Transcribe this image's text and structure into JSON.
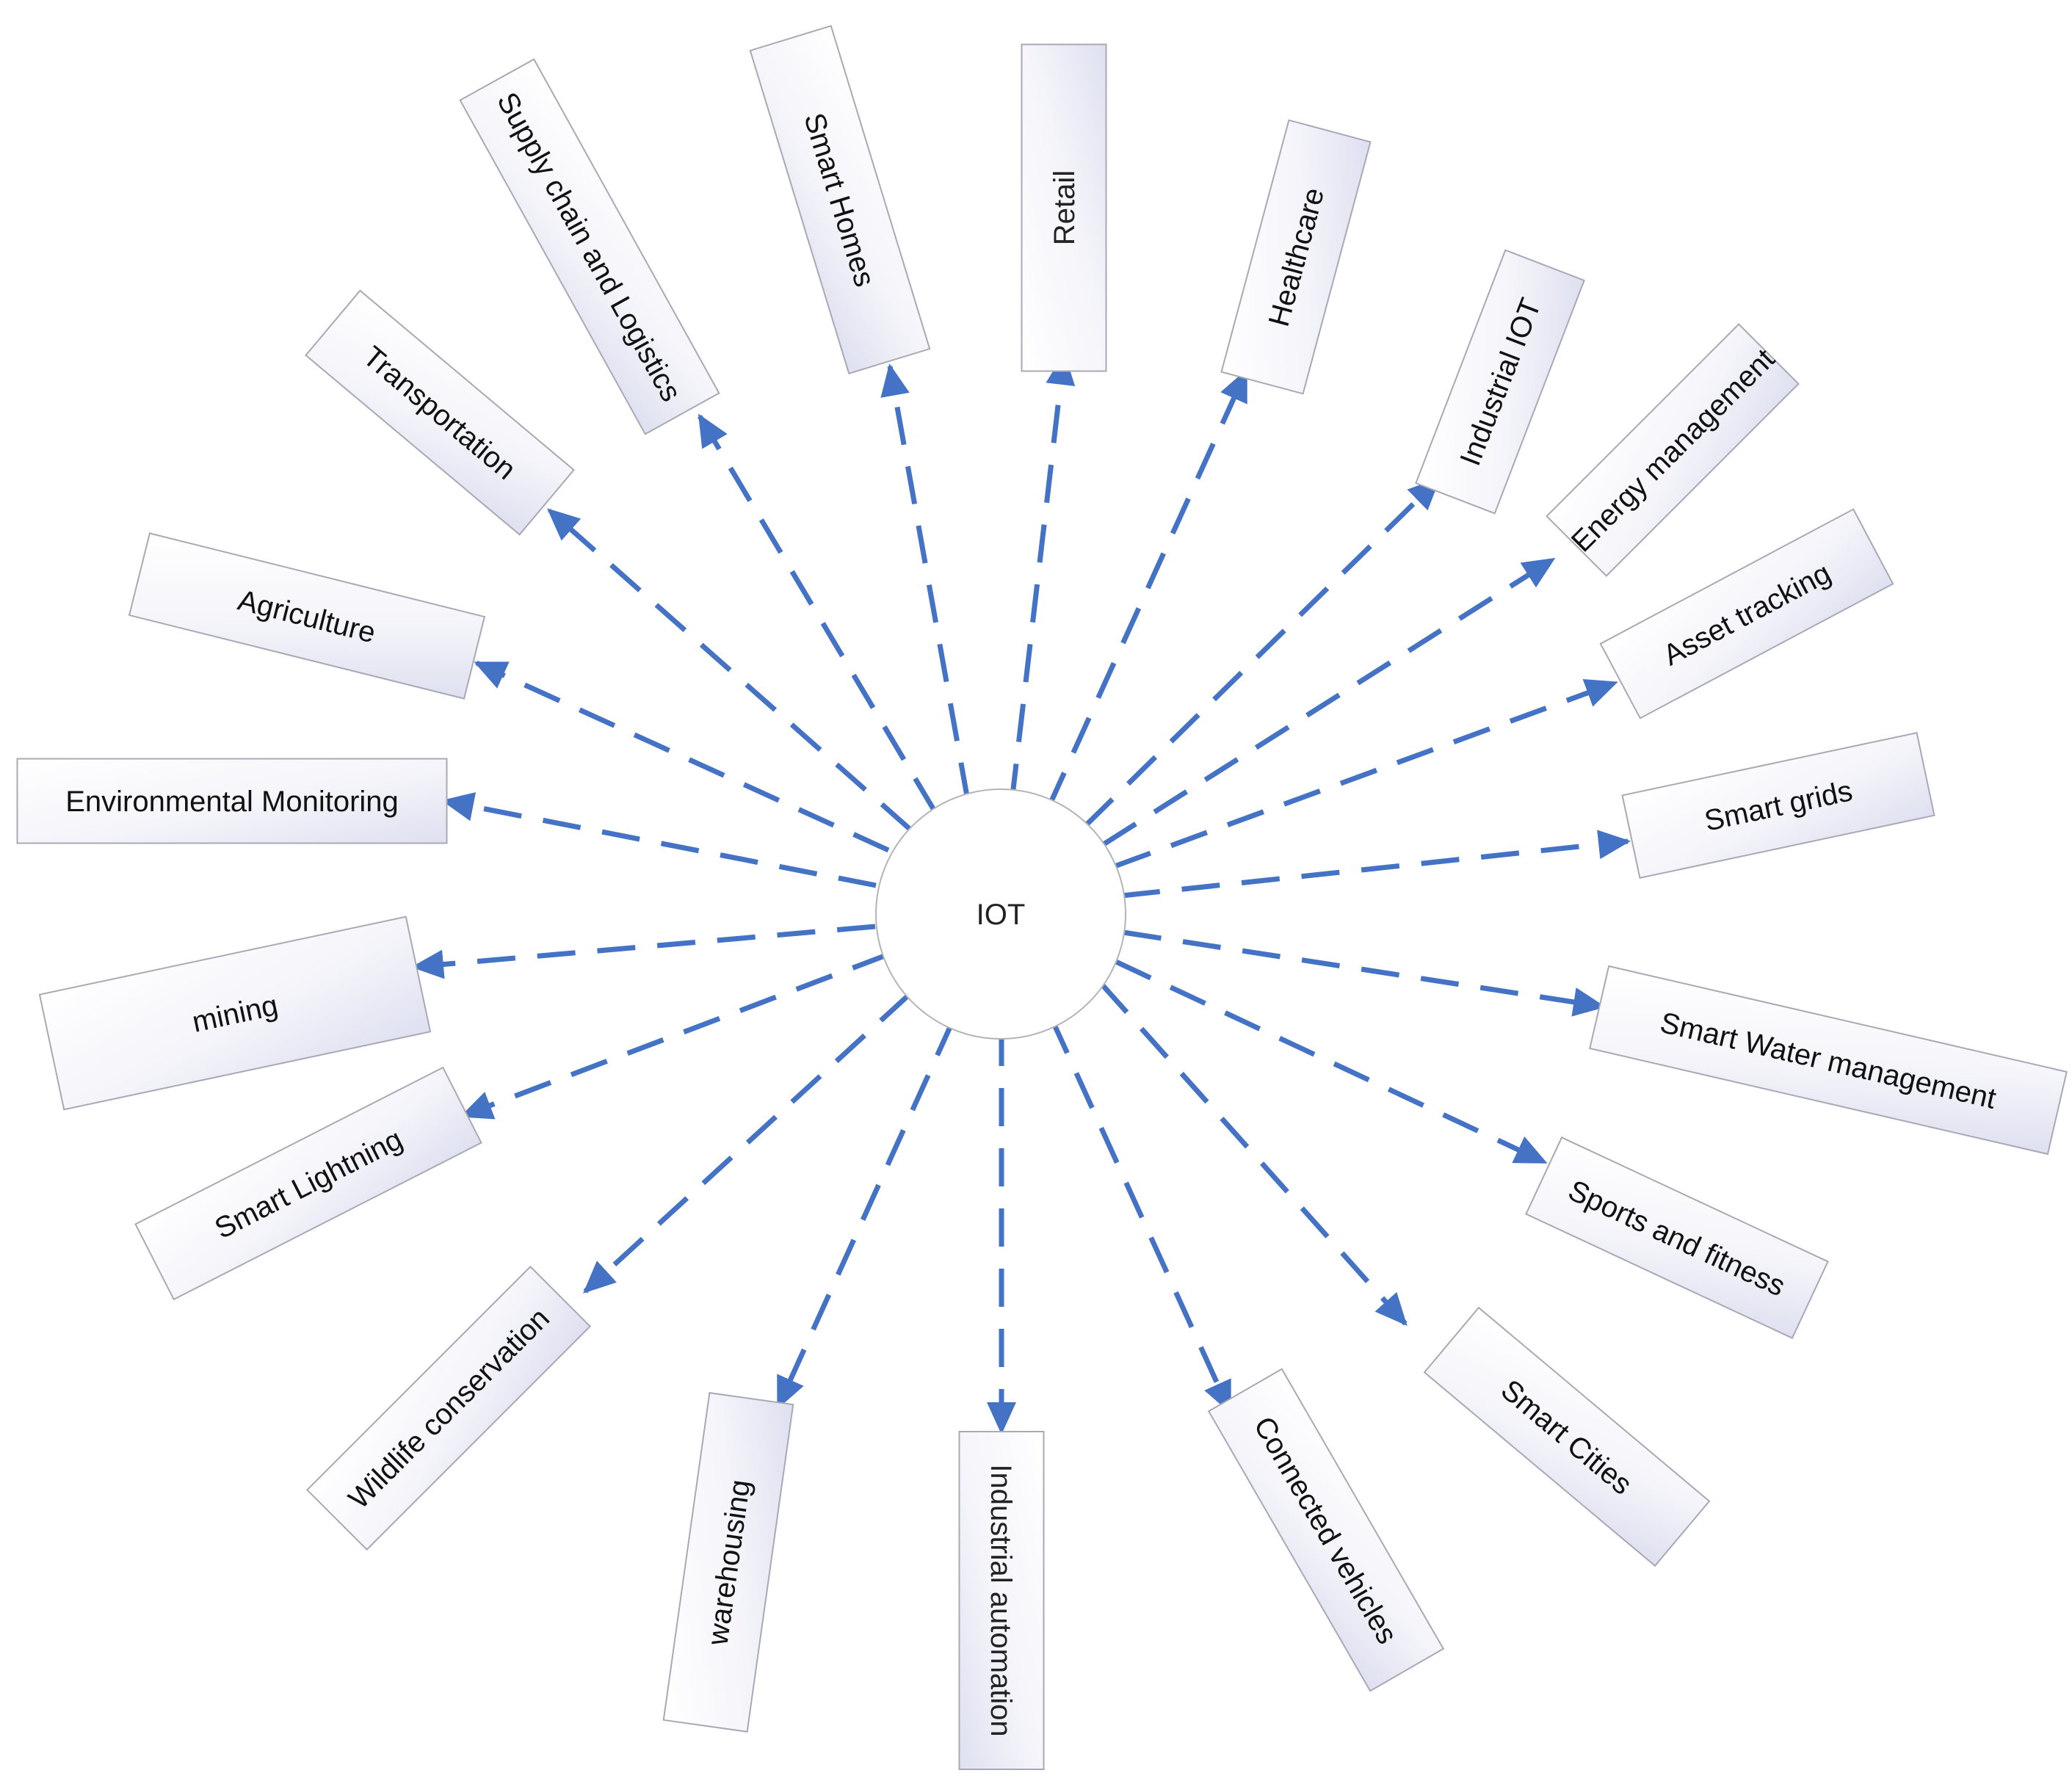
{
  "hub": {
    "label": "IOT"
  },
  "colors": {
    "connector": "#4472c4",
    "box_border": "#a9a9b6",
    "box_fill_light": "#ffffff",
    "box_fill_shade": "#dfe0f0"
  },
  "nodes": [
    {
      "id": "retail",
      "label": "Retail"
    },
    {
      "id": "healthcare",
      "label": "Healthcare"
    },
    {
      "id": "industrial-iot",
      "label": "Industrial IOT"
    },
    {
      "id": "energy-management",
      "label": "Energy management"
    },
    {
      "id": "asset-tracking",
      "label": "Asset tracking"
    },
    {
      "id": "smart-grids",
      "label": "Smart grids"
    },
    {
      "id": "smart-water-management",
      "label": "Smart Water management"
    },
    {
      "id": "sports-and-fitness",
      "label": "Sports and fitness"
    },
    {
      "id": "smart-cities",
      "label": "Smart Cities"
    },
    {
      "id": "connected-vehicles",
      "label": "Connected vehicles"
    },
    {
      "id": "industrial-automation",
      "label": "Industrial automation"
    },
    {
      "id": "warehousing",
      "label": "warehousing"
    },
    {
      "id": "wildlife-conservation",
      "label": "Wildlife conservation"
    },
    {
      "id": "smart-lightning",
      "label": "Smart Lightning"
    },
    {
      "id": "mining",
      "label": "mining"
    },
    {
      "id": "environmental-monitoring",
      "label": "Environmental Monitoring"
    },
    {
      "id": "agriculture",
      "label": "Agriculture"
    },
    {
      "id": "transportation",
      "label": "Transportation"
    },
    {
      "id": "supply-chain-and-logistics",
      "label": "Supply chain and Logistics"
    },
    {
      "id": "smart-homes",
      "label": "Smart Homes"
    }
  ]
}
